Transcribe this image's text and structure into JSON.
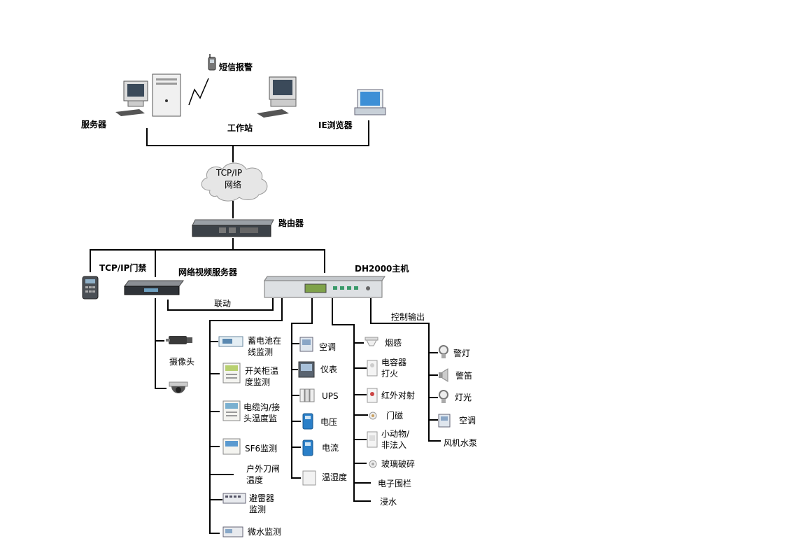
{
  "top": {
    "sms_alarm": "短信报警",
    "server": "服务器",
    "workstation": "工作站",
    "ie_browser": "IE浏览器"
  },
  "network": {
    "cloud_line1": "TCP/IP",
    "cloud_line2": "网络"
  },
  "router": "路由器",
  "access_control": "TCP/IP门禁",
  "video_server": "网络视频服务器",
  "host": "DH2000主机",
  "linkage": "联动",
  "camera": "摄像头",
  "control_output": "控制输出",
  "col1": {
    "battery": "蓄电池在线监测",
    "switchgear": "开关柜温度监测",
    "cable": "电缆沟/接头温度监",
    "sf6": "SF6监测",
    "outdoor": "户外刀闸温度",
    "arrester": "避雷器监测",
    "water": "微水监测"
  },
  "col2": {
    "ac": "空调",
    "meter": "仪表",
    "ups": "UPS",
    "voltage": "电压",
    "current": "电流",
    "temp_humid": "温湿度"
  },
  "col3": {
    "smoke": "烟感",
    "capacitor": "电容器打火",
    "infrared": "红外对射",
    "door": "门磁",
    "animal": "小动物/非法入",
    "glass": "玻璃破碎",
    "fence": "电子围栏",
    "flood": "浸水"
  },
  "col4": {
    "alarm_light": "警灯",
    "siren": "警笛",
    "lighting": "灯光",
    "ac": "空调",
    "fan_pump": "风机水泵"
  }
}
